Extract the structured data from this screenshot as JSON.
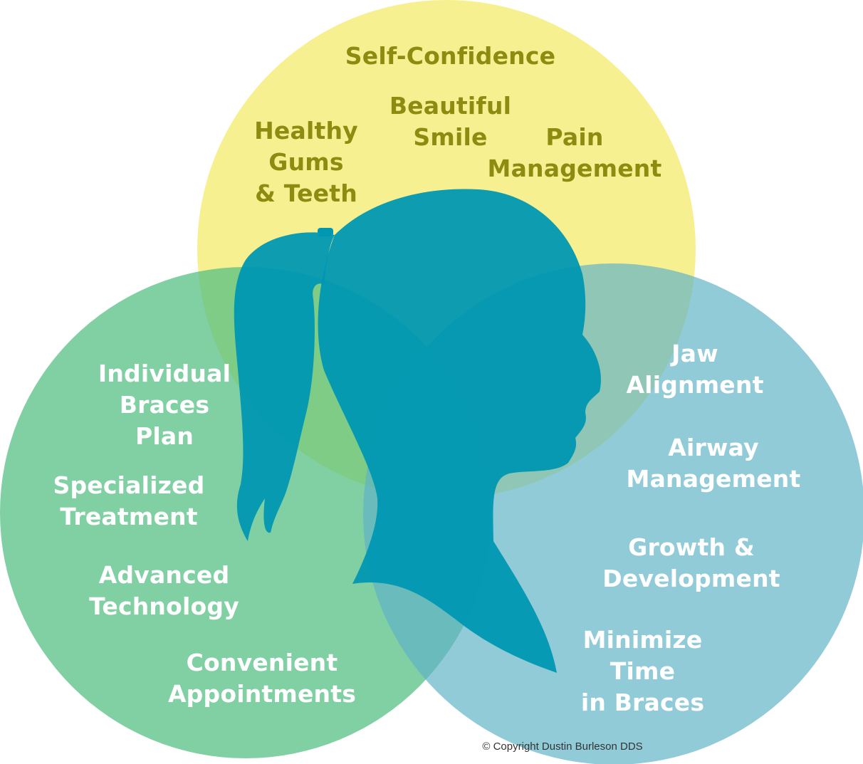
{
  "colors": {
    "top_circle": "#f6ed7e",
    "left_circle": "#4fbe81",
    "right_circle": "#5fb2c6",
    "silhouette": "#0097b2",
    "top_text": "#8f8a10",
    "bottom_text": "#ffffff"
  },
  "top_circle": {
    "title": "Self-Confidence",
    "items": [
      "Beautiful\nSmile",
      "Healthy\nGums\n& Teeth",
      "Pain\nManagement"
    ]
  },
  "left_circle": {
    "items": [
      "Individual\nBraces\nPlan",
      "Specialized\nTreatment",
      "Advanced\nTechnology",
      "Convenient\nAppointments"
    ]
  },
  "right_circle": {
    "items": [
      "Jaw\nAlignment",
      "Airway\nManagement",
      "Growth &\nDevelopment",
      "Minimize\nTime\nin Braces"
    ]
  },
  "center_icon": "girl-head-silhouette-icon",
  "copyright": "© Copyright Dustin Burleson DDS"
}
